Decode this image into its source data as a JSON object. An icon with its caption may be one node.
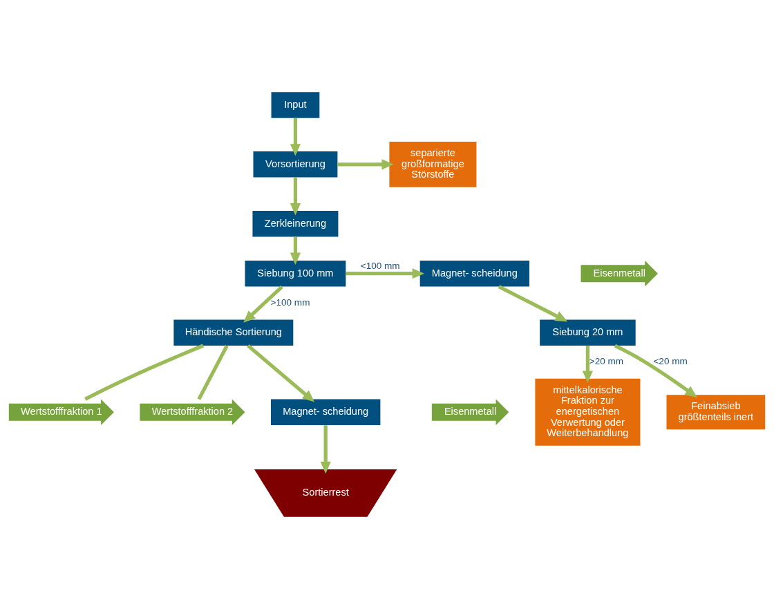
{
  "diagram": {
    "nodes": [
      {
        "text": [
          "Input"
        ]
      },
      {
        "text": [
          "Vorsortierung"
        ]
      },
      {
        "text": [
          "separierte großformatige Störstoffe"
        ]
      },
      {
        "text": [
          "Zerkleinerung"
        ]
      },
      {
        "text": [
          "Siebung 100 mm"
        ]
      },
      {
        "text": [
          "Magnet- scheidung"
        ]
      },
      {
        "text": [
          "Eisenmetall"
        ]
      },
      {
        "text": [
          "Siebung 20 mm"
        ]
      },
      {
        "text": [
          "Händische Sortierung"
        ]
      },
      {
        "text": [
          "Wertstofffraktion 1"
        ]
      },
      {
        "text": [
          "Wertstofffraktion 2"
        ]
      },
      {
        "text": [
          "mittelkalorische Fraktion zur energetischen Verwertung oder Weiterbehandlung"
        ]
      },
      {
        "text": [
          "Feinabsieb größtenteils inert"
        ]
      },
      {
        "text": [
          "Magnet- scheidung"
        ]
      },
      {
        "text": [
          "Eisenmetall"
        ]
      },
      {
        "text": [
          "Sortierrest"
        ]
      }
    ],
    "edges": [
      {
        "from": 0,
        "to": 1,
        "arrow": "to"
      },
      {
        "from": 1,
        "to": 2,
        "arrow": "to"
      },
      {
        "from": 1,
        "to": 3,
        "arrow": "to"
      },
      {
        "from": 3,
        "to": 4,
        "arrow": "to"
      },
      {
        "from": 4,
        "to": 5,
        "arrow": "to",
        "label": "<100 mm"
      },
      {
        "from": 5,
        "to": 7,
        "arrow": "to"
      },
      {
        "from": 4,
        "to": 8,
        "arrow": "to",
        "label": ">100 mm"
      },
      {
        "from": 8,
        "to": 9,
        "arrow": "none"
      },
      {
        "from": 8,
        "to": 10,
        "arrow": "none"
      },
      {
        "from": 7,
        "to": 11,
        "arrow": "to",
        "label": ">20 mm"
      },
      {
        "from": 7,
        "to": 12,
        "arrow": "to",
        "label": "<20 mm"
      },
      {
        "from": 8,
        "to": 13,
        "arrow": "to"
      },
      {
        "from": 13,
        "to": 15,
        "arrow": "to"
      }
    ]
  }
}
